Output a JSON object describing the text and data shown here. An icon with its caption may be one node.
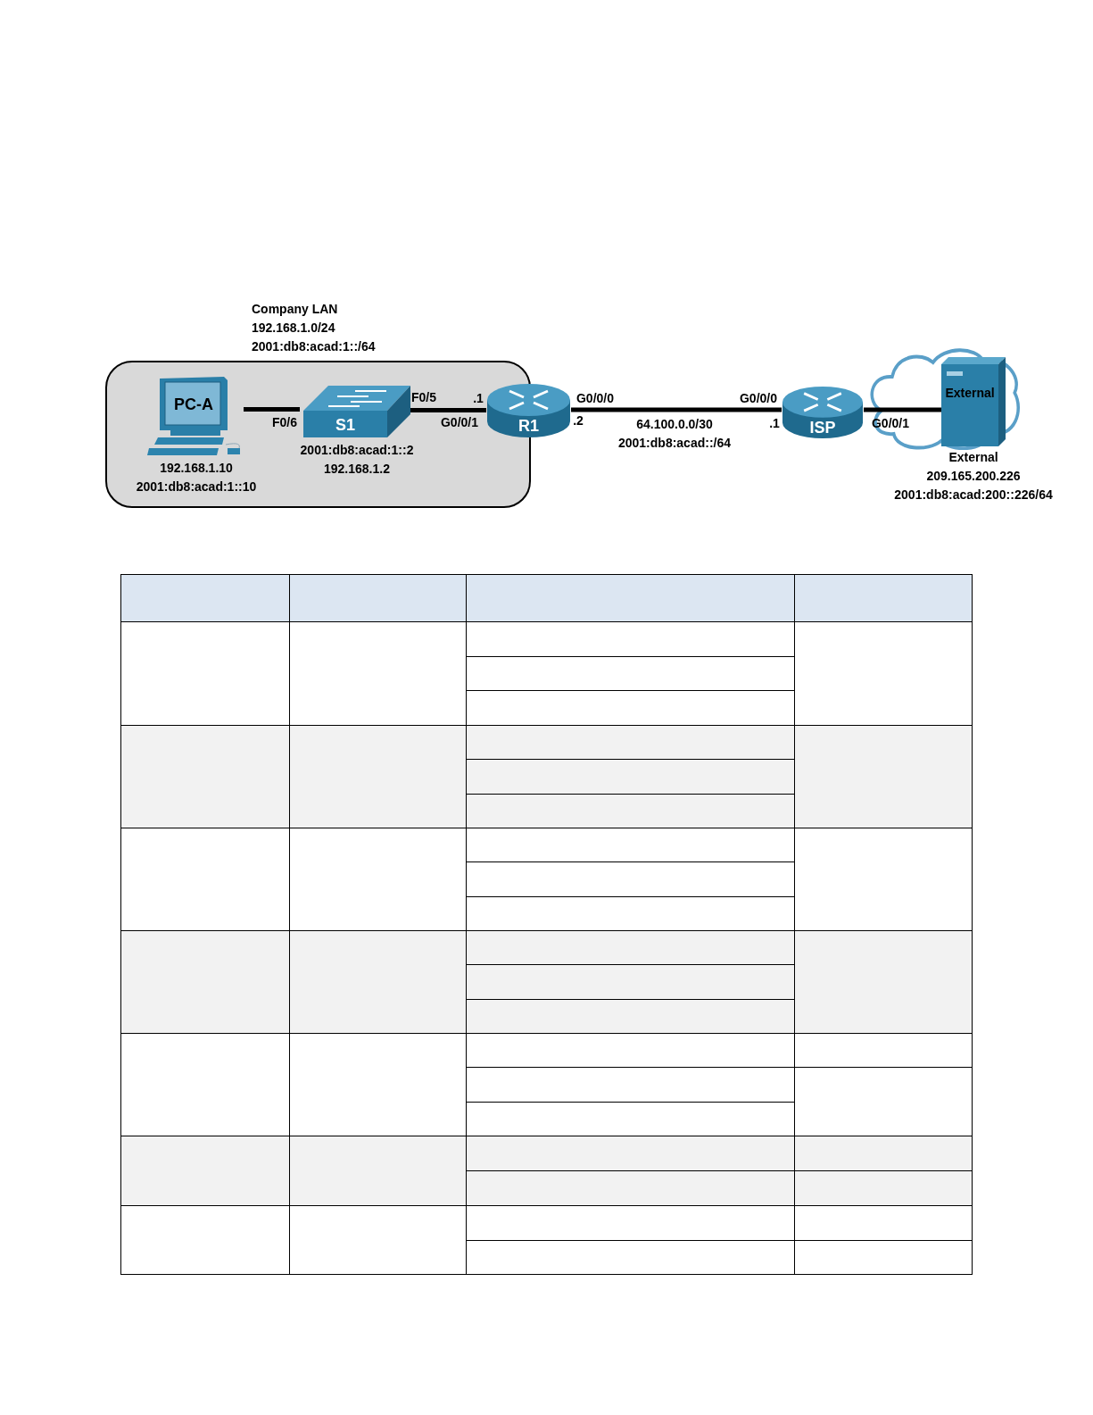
{
  "diagram": {
    "nodes": [
      {
        "text": [
          "Company LAN",
          "192.168.1.0/24",
          "2001:db8:acad:1::/64"
        ]
      },
      {
        "text": [
          "PC-A"
        ],
        "in": 0,
        "beside": [
          "192.168.1.10",
          "2001:db8:acad:1::10"
        ]
      },
      {
        "text": [
          "S1"
        ],
        "in": 0,
        "beside": [
          "2001:db8:acad:1::2",
          "192.168.1.2"
        ]
      },
      {
        "text": [
          "R1"
        ]
      },
      {
        "text": [
          "ISP"
        ]
      },
      {
        "text": [],
        "shape": "cloud"
      },
      {
        "text": [
          "External"
        ],
        "in": 5,
        "beside": [
          "External",
          "209.165.200.226",
          "2001:db8:acad:200::226/64"
        ]
      }
    ],
    "edges": [
      {
        "from": 1,
        "to": 2,
        "arrow": "none"
      },
      {
        "from": 2,
        "to": 3,
        "arrow": "none"
      },
      {
        "from": 3,
        "to": 4,
        "arrow": "none"
      },
      {
        "from": 4,
        "to": 6,
        "arrow": "none"
      }
    ],
    "labels": [
      "F0/5",
      ".1",
      "G0/0/0",
      "G0/0/0",
      "F0/6",
      "G0/0/1",
      ".2",
      "64.100.0.0/30",
      ".1",
      "G0/0/1",
      "2001:db8:acad::/64"
    ]
  }
}
